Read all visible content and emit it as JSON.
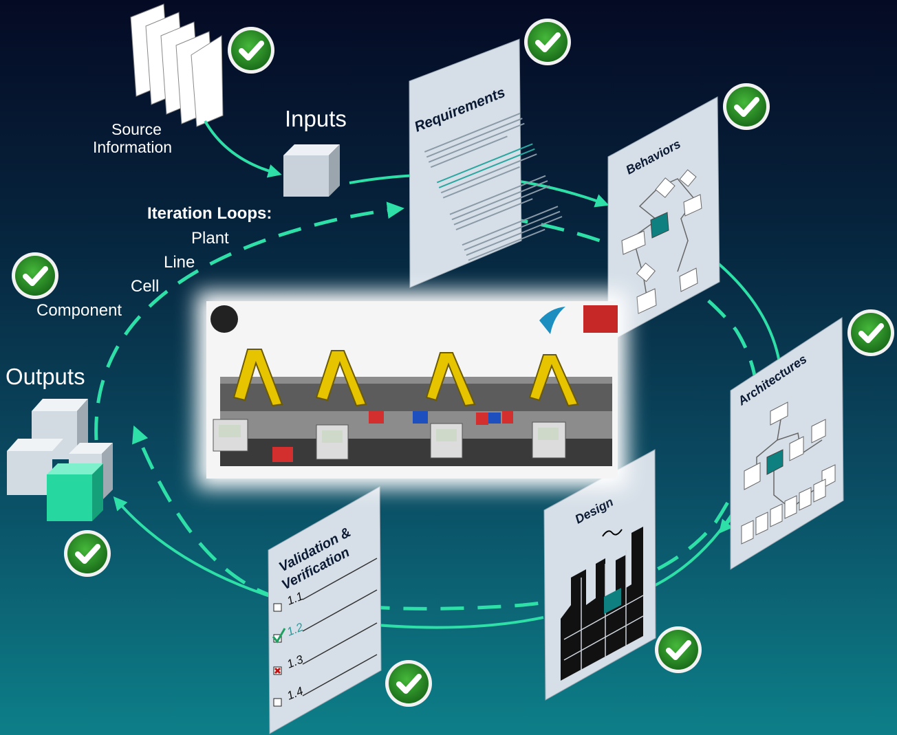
{
  "source": {
    "label_line1": "Source",
    "label_line2": "Information"
  },
  "inputs_label": "Inputs",
  "outputs_label": "Outputs",
  "iteration": {
    "title": "Iteration Loops:",
    "levels": [
      "Plant",
      "Line",
      "Cell",
      "Component"
    ]
  },
  "documents": {
    "requirements": {
      "title": "Requirements"
    },
    "behaviors": {
      "title": "Behaviors"
    },
    "architectures": {
      "title": "Architectures"
    },
    "design": {
      "title": "Design"
    },
    "validation": {
      "title_line1": "Validation &",
      "title_line2": "Verification",
      "items": [
        "1.1",
        "1.2",
        "1.3",
        "1.4"
      ]
    }
  },
  "colors": {
    "accent": "#2ee0a8",
    "check_green": "#2e9a2a",
    "doc_fill": "#d6dfe8"
  },
  "icons": {
    "check": "check-circle-icon"
  }
}
